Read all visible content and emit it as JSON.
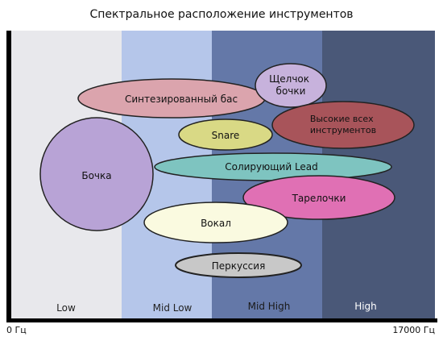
{
  "title": "Спектральное расположение инструментов",
  "axis": {
    "min_label": "0 Гц",
    "max_label": "17000 Гц"
  },
  "bands": [
    {
      "label": "Low",
      "color": "#e8e8ec",
      "text_color": "#222222"
    },
    {
      "label": "Mid Low",
      "color": "#b5c6ea",
      "text_color": "#222222"
    },
    {
      "label": "Mid High",
      "color": "#6478a8",
      "text_color": "#1a1a1a"
    },
    {
      "label": "High",
      "color": "#4a5878",
      "text_color": "#ffffff"
    }
  ],
  "instruments": [
    {
      "label": "Синтезированный бас",
      "color": "#dba4ad"
    },
    {
      "label": "Щелчок бочки",
      "color": "#c7b2dc"
    },
    {
      "label": "Snare",
      "color": "#d9d985"
    },
    {
      "label": "Высокие всех инструментов",
      "color": "#a8545a"
    },
    {
      "label": "Бочка",
      "color": "#b8a3d6"
    },
    {
      "label": "Солирующий Lead",
      "color": "#7ec4c0"
    },
    {
      "label": "Тарелочки",
      "color": "#e070b4"
    },
    {
      "label": "Вокал",
      "color": "#fafae0"
    },
    {
      "label": "Перкуссия",
      "color": "#c8c8c8"
    }
  ]
}
